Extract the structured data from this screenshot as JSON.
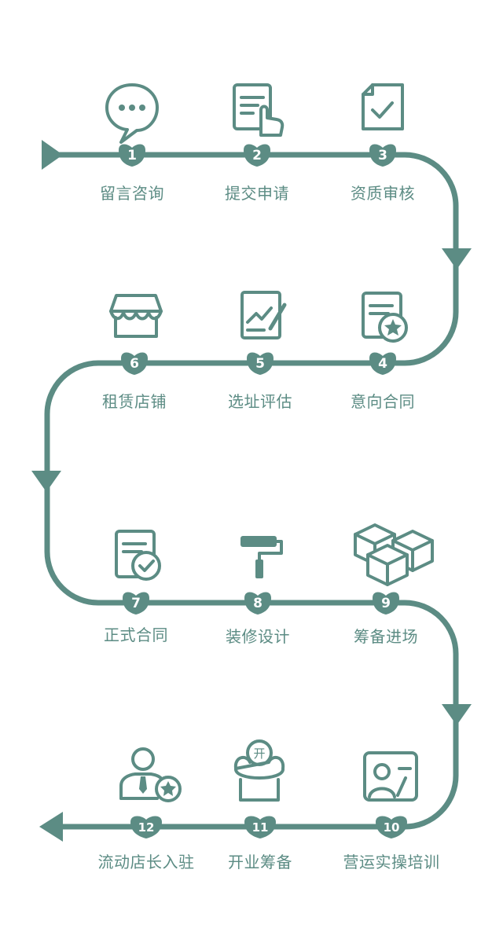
{
  "colors": {
    "primary": "#5c8c84",
    "badge": "#5c8c84",
    "background": "#ffffff"
  },
  "steps": [
    {
      "num": "1",
      "label": "留言咨询",
      "icon": "speech-bubble-icon"
    },
    {
      "num": "2",
      "label": "提交申请",
      "icon": "form-touch-icon"
    },
    {
      "num": "3",
      "label": "资质审核",
      "icon": "document-check-icon"
    },
    {
      "num": "4",
      "label": "意向合同",
      "icon": "contract-star-icon"
    },
    {
      "num": "5",
      "label": "选址评估",
      "icon": "chart-pen-icon"
    },
    {
      "num": "6",
      "label": "租赁店铺",
      "icon": "storefront-icon"
    },
    {
      "num": "7",
      "label": "正式合同",
      "icon": "contract-check-icon"
    },
    {
      "num": "8",
      "label": "装修设计",
      "icon": "paint-roller-icon"
    },
    {
      "num": "9",
      "label": "筹备进场",
      "icon": "boxes-icon"
    },
    {
      "num": "10",
      "label": "营运实操培训",
      "icon": "id-card-icon"
    },
    {
      "num": "11",
      "label": "开业筹备",
      "icon": "opening-box-icon"
    },
    {
      "num": "12",
      "label": "流动店长入驻",
      "icon": "manager-star-icon"
    }
  ],
  "icon_texts": {
    "opening": "开"
  }
}
